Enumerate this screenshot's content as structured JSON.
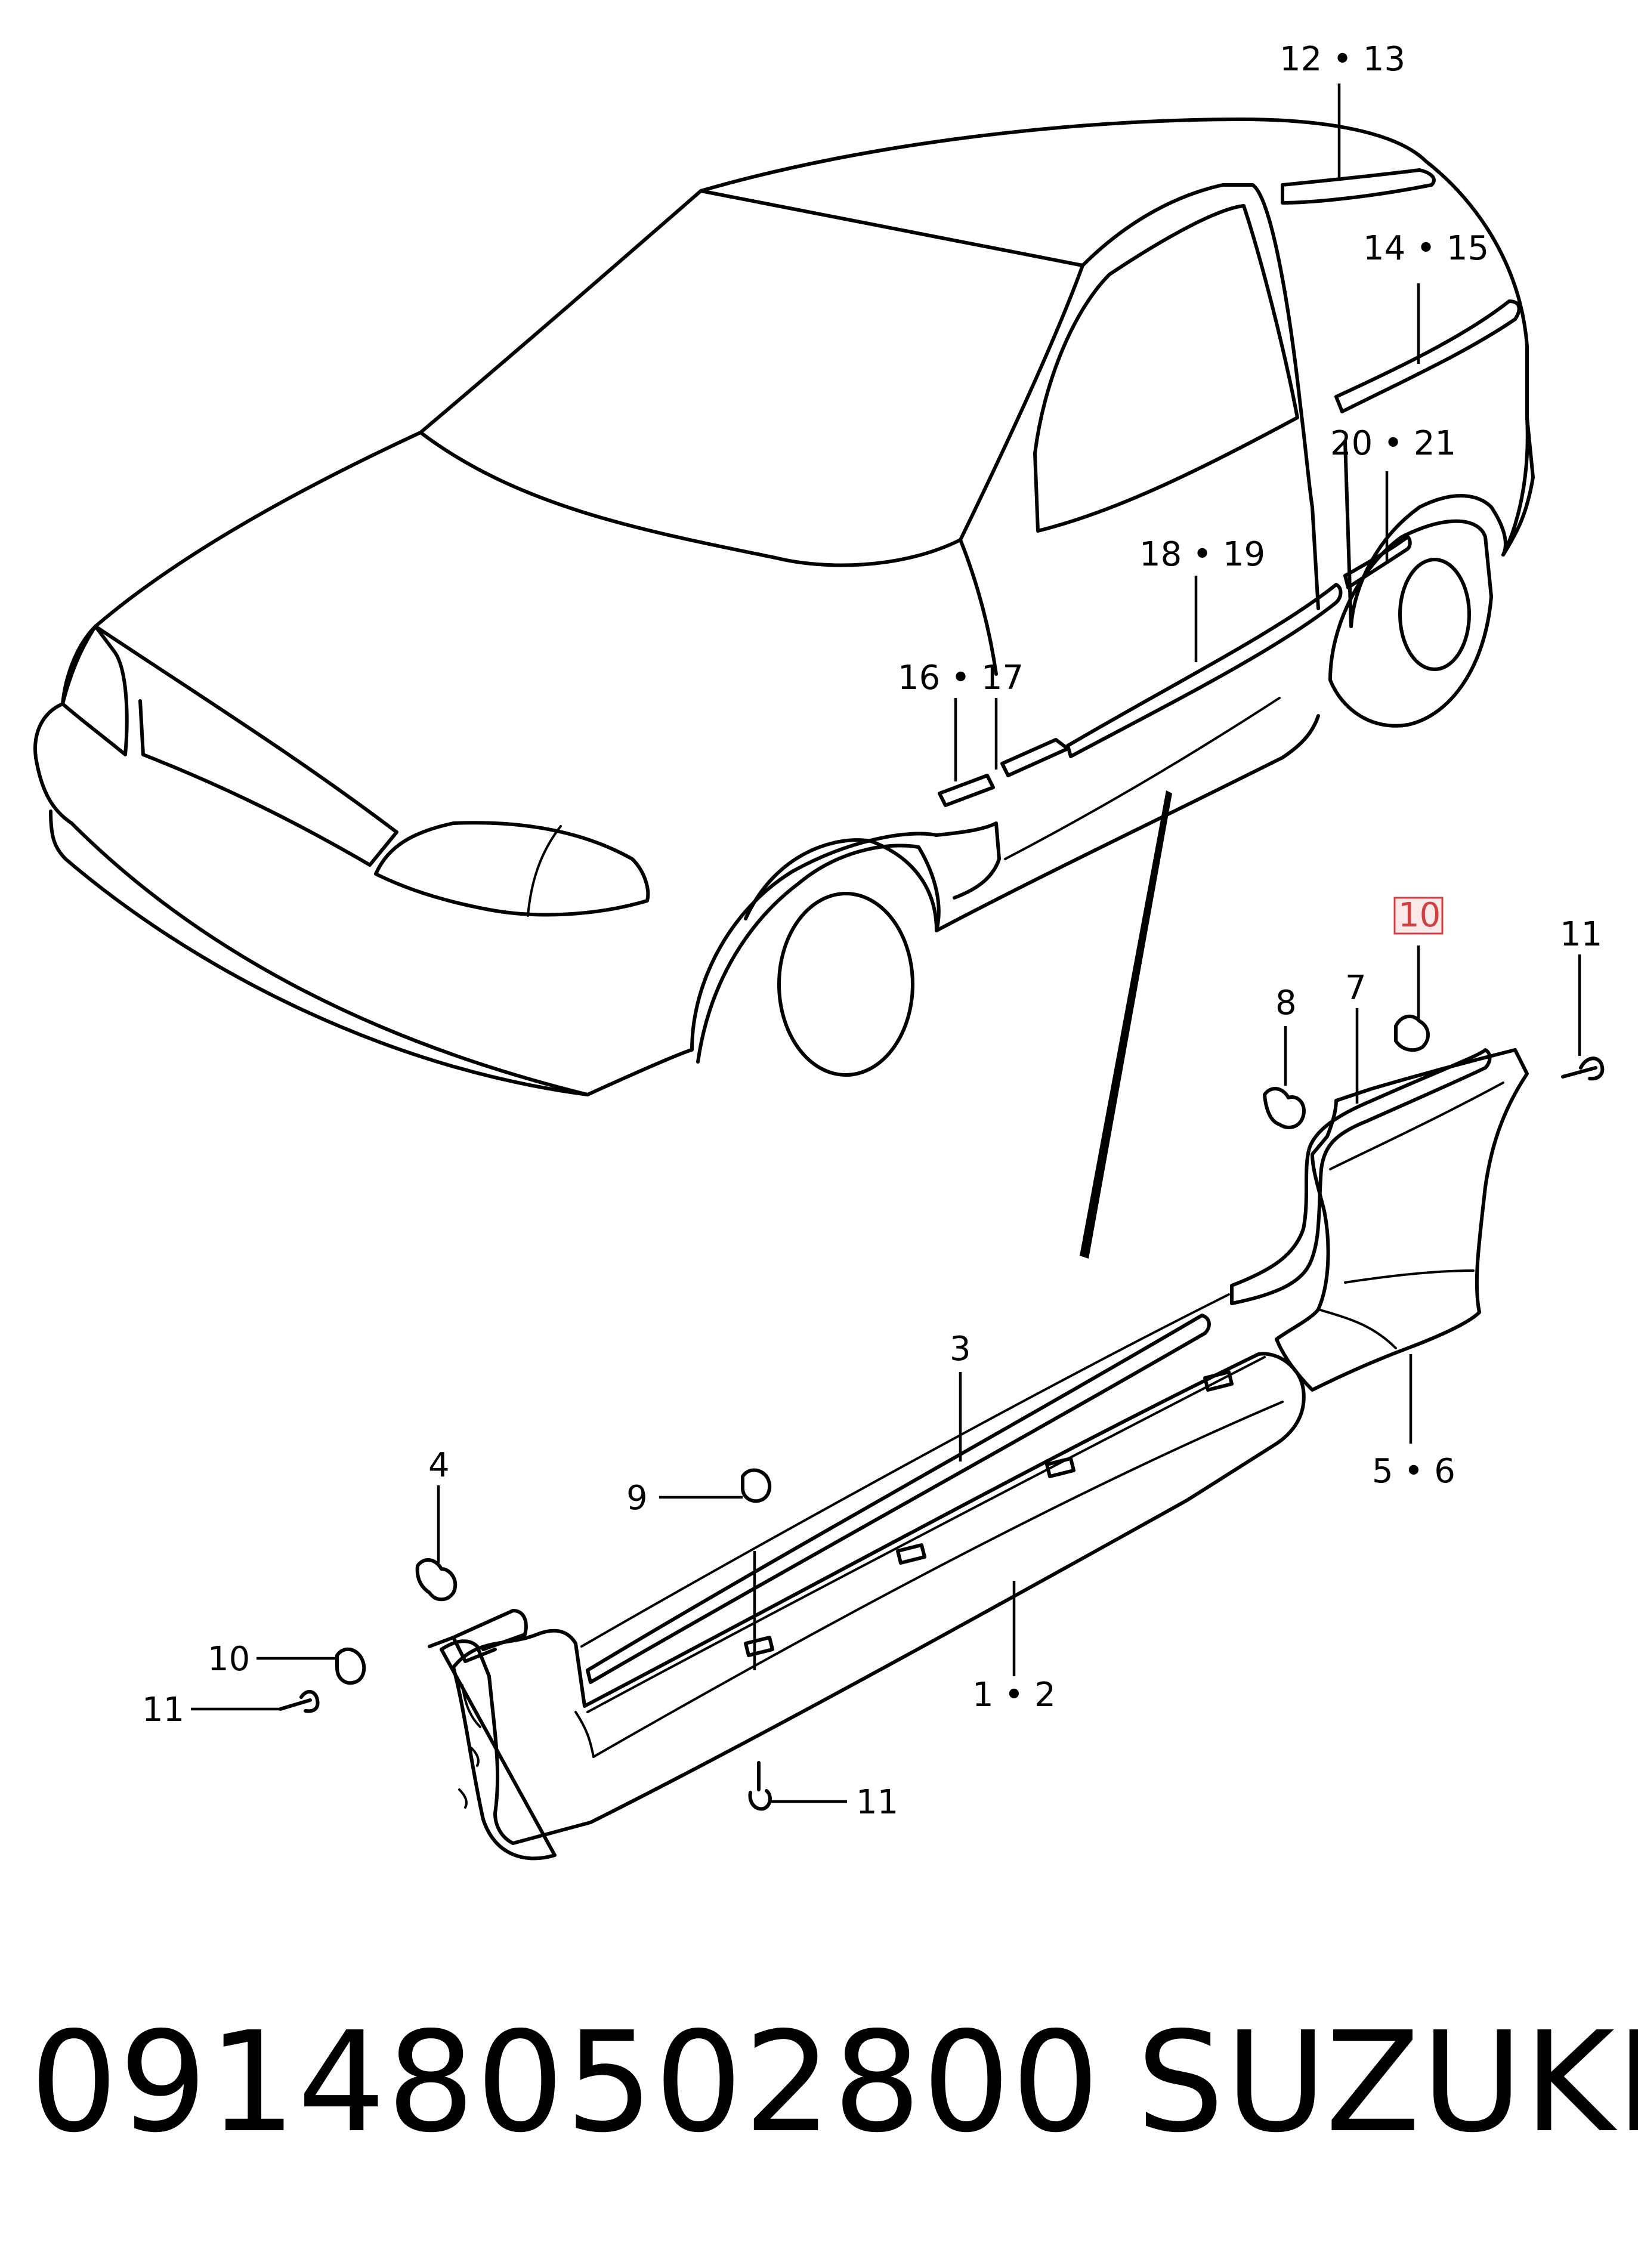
{
  "callouts": {
    "c1213": "12 • 13",
    "c1415": "14 • 15",
    "c2021": "20 • 21",
    "c1819": "18 • 19",
    "c1617": "16 • 17",
    "c10_top": "10",
    "c11_top": "11",
    "c8": "8",
    "c7": "7",
    "c3": "3",
    "c56": "5 • 6",
    "c4": "4",
    "c9": "9",
    "c10_left": "10",
    "c11_left": "11",
    "c12": "1 • 2",
    "c11_bottom": "11"
  },
  "footer": {
    "part_number": "091480502800",
    "brand": "SUZUKI"
  },
  "colors": {
    "highlight": "#d04040"
  }
}
